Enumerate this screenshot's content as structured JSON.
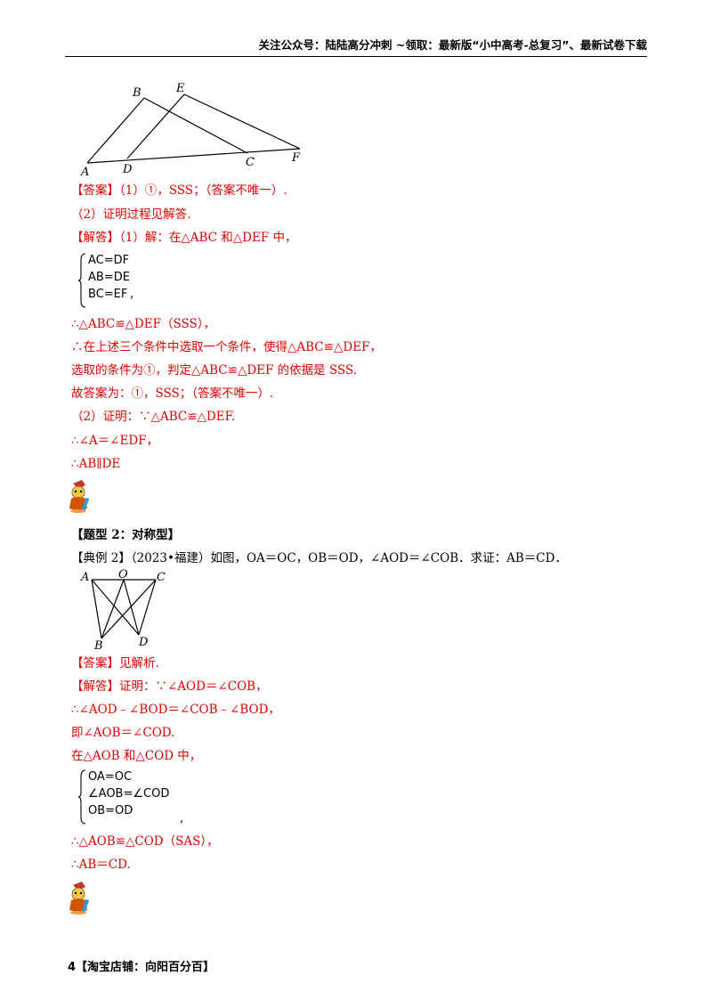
{
  "header": {
    "text": "关注公众号：陆陆高分冲刺  ~领取：最新版“小中高考-总复习”、最新试卷下载"
  },
  "figure1": {
    "labels": [
      "B",
      "E",
      "A",
      "D",
      "C",
      "F"
    ]
  },
  "section1": {
    "answer_line1": "【答案】（1）①，SSS；（答案不唯一）.",
    "answer_line2": "（2）证明过程见解答.",
    "solution_line1": "【解答】（1）解：在△ABC 和△DEF 中，",
    "system": [
      "AC=DF",
      "AB=DE",
      "BC=EF"
    ],
    "system_tail": ",",
    "line4": "∴△ABC≌△DEF（SSS），",
    "line5": "∴在上述三个条件中选取一个条件，使得△ABC≌△DEF，",
    "line6": "选取的条件为①，判定△ABC≌△DEF 的依据是 SSS.",
    "line7": "故答案为：①，SSS；（答案不唯一）.",
    "line8": "（2）证明：∵△ABC≌△DEF.",
    "line9": "∴∠A＝∠EDF，",
    "line10": "∴AB∥DE"
  },
  "section2": {
    "title": "【题型 2：对称型】",
    "example": "【典例 2】（2023•福建）如图，OA＝OC，OB＝OD，∠AOD＝∠COB．求证：AB＝CD．",
    "figure_labels": [
      "A",
      "O",
      "C",
      "B",
      "D"
    ],
    "answer": "【答案】见解析.",
    "s1": "【解答】证明：∵∠AOD＝∠COB，",
    "s2": "∴∠AOD﹣∠BOD＝∠COB﹣∠BOD，",
    "s3": "即∠AOB＝∠COD.",
    "s4": "在△AOB 和△COD 中，",
    "system": [
      "OA=OC",
      "∠AOB=∠COD",
      "OB=OD"
    ],
    "system_tail": ",",
    "s5": "∴△AOB≌△COD（SAS），",
    "s6": "∴AB＝CD."
  },
  "footer": {
    "text": "4【淘宝店铺：向阳百分百】"
  }
}
